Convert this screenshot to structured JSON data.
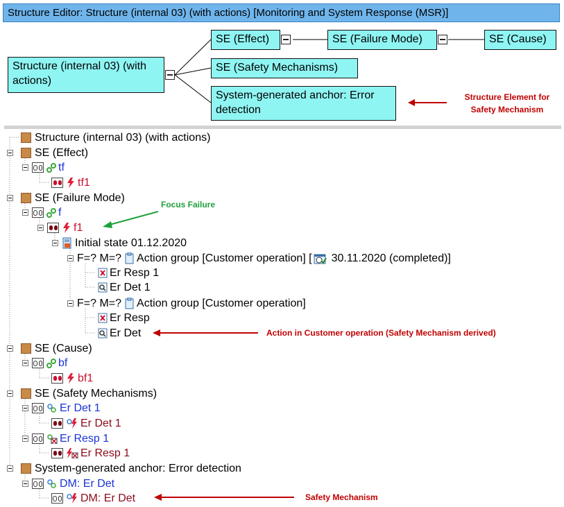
{
  "window": {
    "title": "Structure Editor: Structure (internal 03) (with actions) [Monitoring and System Response (MSR)]"
  },
  "diagram": {
    "root": "Structure (internal 03) (with actions)",
    "effect": "SE (Effect)",
    "failure_mode": "SE (Failure Mode)",
    "cause": "SE (Cause)",
    "safety_mechanisms": "SE (Safety Mechanisms)",
    "anchor": "System-generated anchor: Error detection"
  },
  "annotations": {
    "structure_element": "Structure Element for Safety Mechanism",
    "focus_failure": "Focus Failure",
    "action_customer": "Action in Customer operation (Safety Mechanism derived)",
    "safety_mechanism": "Safety Mechanism"
  },
  "tree": {
    "root": "Structure (internal 03) (with actions)",
    "se_effect": "SE (Effect)",
    "fn_tf": "tf",
    "fl_tf1": "tf1",
    "se_failure_mode": "SE (Failure Mode)",
    "fn_f": "f",
    "fl_f1": "f1",
    "initial_state": "Initial state 01.12.2020",
    "ag1_prefix": "F=? M=?",
    "ag1_label": "Action group [Customer operation] [",
    "ag1_date": "30.11.2020 (completed)]",
    "ag1_resp": "Er Resp 1",
    "ag1_det": "Er Det 1",
    "ag2_prefix": "F=? M=?",
    "ag2_label": "Action group [Customer operation]",
    "ag2_resp": "Er Resp",
    "ag2_det": "Er Det",
    "se_cause": "SE (Cause)",
    "fn_bf": "bf",
    "fl_bf1": "bf1",
    "se_safety": "SE (Safety Mechanisms)",
    "fn_erdet1": "Er Det 1",
    "fl_erdet1": "Er Det 1",
    "fn_erresp1": "Er Resp 1",
    "fl_erresp1": "Er Resp 1",
    "anchor": "System-generated anchor: Error detection",
    "fn_dm": "DM: Er Det",
    "fl_dm": "DM: Er Det"
  }
}
